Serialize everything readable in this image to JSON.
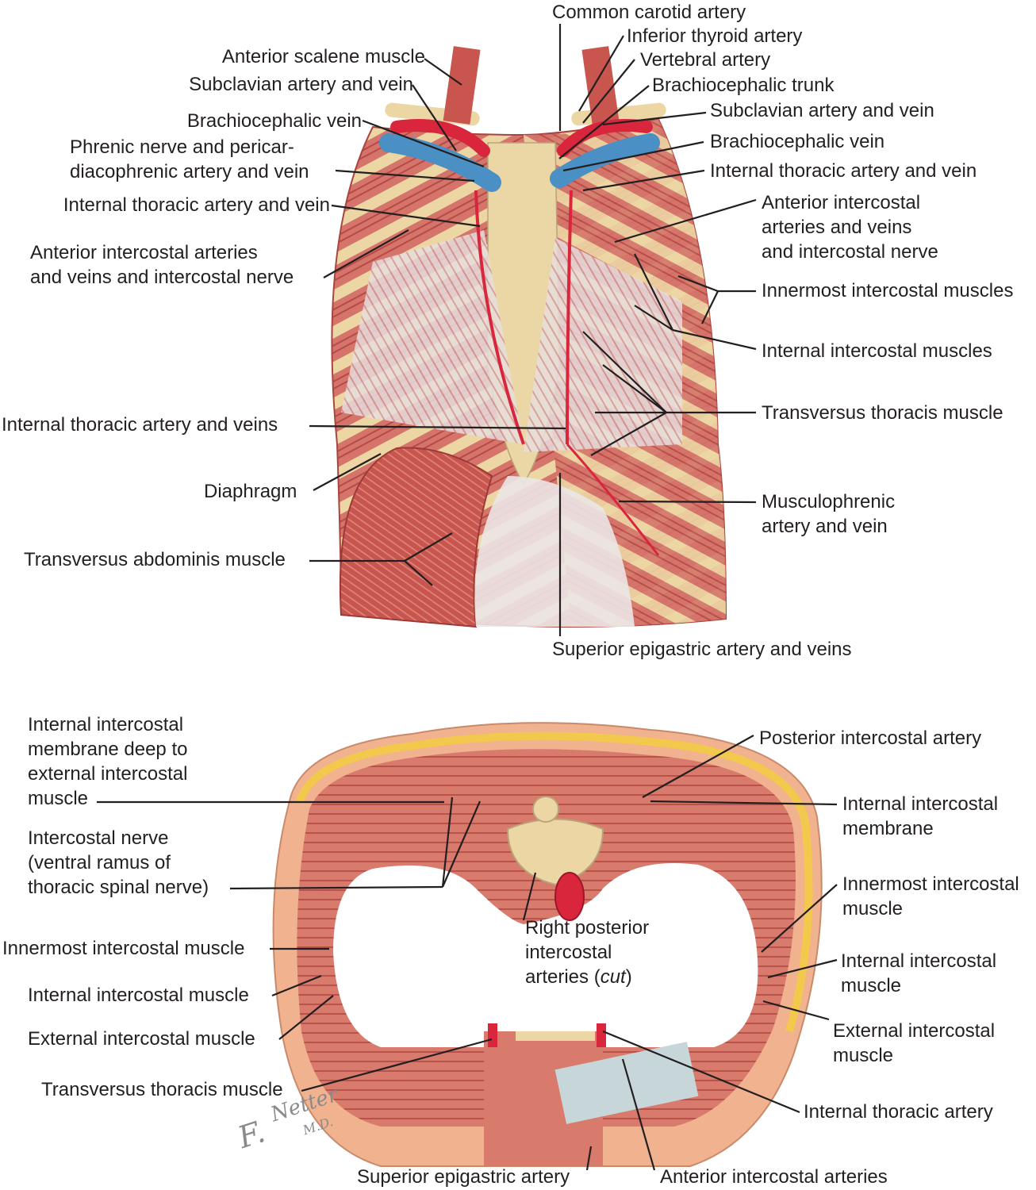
{
  "top": {
    "common_carotid": "Common carotid artery",
    "inferior_thyroid": "Inferior thyroid artery",
    "anterior_scalene": "Anterior scalene muscle",
    "vertebral": "Vertebral artery",
    "subclavian_left": "Subclavian artery and vein",
    "brachiocephalic_trunk": "Brachiocephalic trunk",
    "brachiocephalic_vein_left": "Brachiocephalic vein",
    "subclavian_right": "Subclavian artery and vein",
    "phrenic": [
      "Phrenic nerve and pericar-",
      "diacophrenic artery and vein"
    ],
    "brachiocephalic_vein_right": "Brachiocephalic vein",
    "internal_thoracic_right": "Internal thoracic artery and vein",
    "internal_thoracic_left": "Internal thoracic artery and vein",
    "anterior_intercostal_right": [
      "Anterior intercostal",
      "arteries and veins",
      "and intercostal nerve"
    ],
    "anterior_intercostal_left": [
      "Anterior intercostal arteries",
      "and veins and intercostal nerve"
    ],
    "innermost_intercostal": "Innermost intercostal muscles",
    "internal_intercostal": "Internal intercostal muscles",
    "internal_thoracic_veins": "Internal thoracic artery and veins",
    "transversus_thoracis": "Transversus thoracis muscle",
    "diaphragm": "Diaphragm",
    "musculophrenic": [
      "Musculophrenic",
      "artery and vein"
    ],
    "transversus_abdominis": "Transversus abdominis muscle",
    "superior_epigastric_veins": "Superior epigastric artery and veins"
  },
  "bottom": {
    "internal_membrane_deep": [
      "Internal intercostal",
      "membrane deep to",
      "external intercostal",
      "muscle"
    ],
    "posterior_intercostal": "Posterior intercostal artery",
    "internal_membrane": [
      "Internal intercostal",
      "membrane"
    ],
    "intercostal_nerve": [
      "Intercostal nerve",
      "(ventral ramus of",
      "thoracic spinal nerve)"
    ],
    "innermost_right": [
      "Innermost intercostal",
      "muscle"
    ],
    "innermost_left": "Innermost intercostal muscle",
    "right_posterior": [
      "Right posterior",
      "intercostal",
      "arteries ("
    ],
    "right_posterior_cut": "cut",
    "right_posterior_close": ")",
    "internal_right": [
      "Internal intercostal",
      "muscle"
    ],
    "internal_left": "Internal intercostal muscle",
    "external_right": [
      "External intercostal",
      "muscle"
    ],
    "external_left": "External intercostal muscle",
    "transversus_thoracis": "Transversus thoracis muscle",
    "internal_thoracic": "Internal thoracic artery",
    "superior_epigastric": "Superior epigastric artery",
    "anterior_intercostal": "Anterior intercostal arteries"
  },
  "signature": "F. Netter M.D.",
  "colors": {
    "muscle": "#c9554f",
    "muscle_light": "#e8a79a",
    "bone": "#ecd6a4",
    "cartilage": "#c6d6d9",
    "artery": "#d9263d",
    "vein": "#4a90c4",
    "fat": "#f2c94c",
    "skin": "#f0b28f",
    "leader": "#231f20"
  }
}
